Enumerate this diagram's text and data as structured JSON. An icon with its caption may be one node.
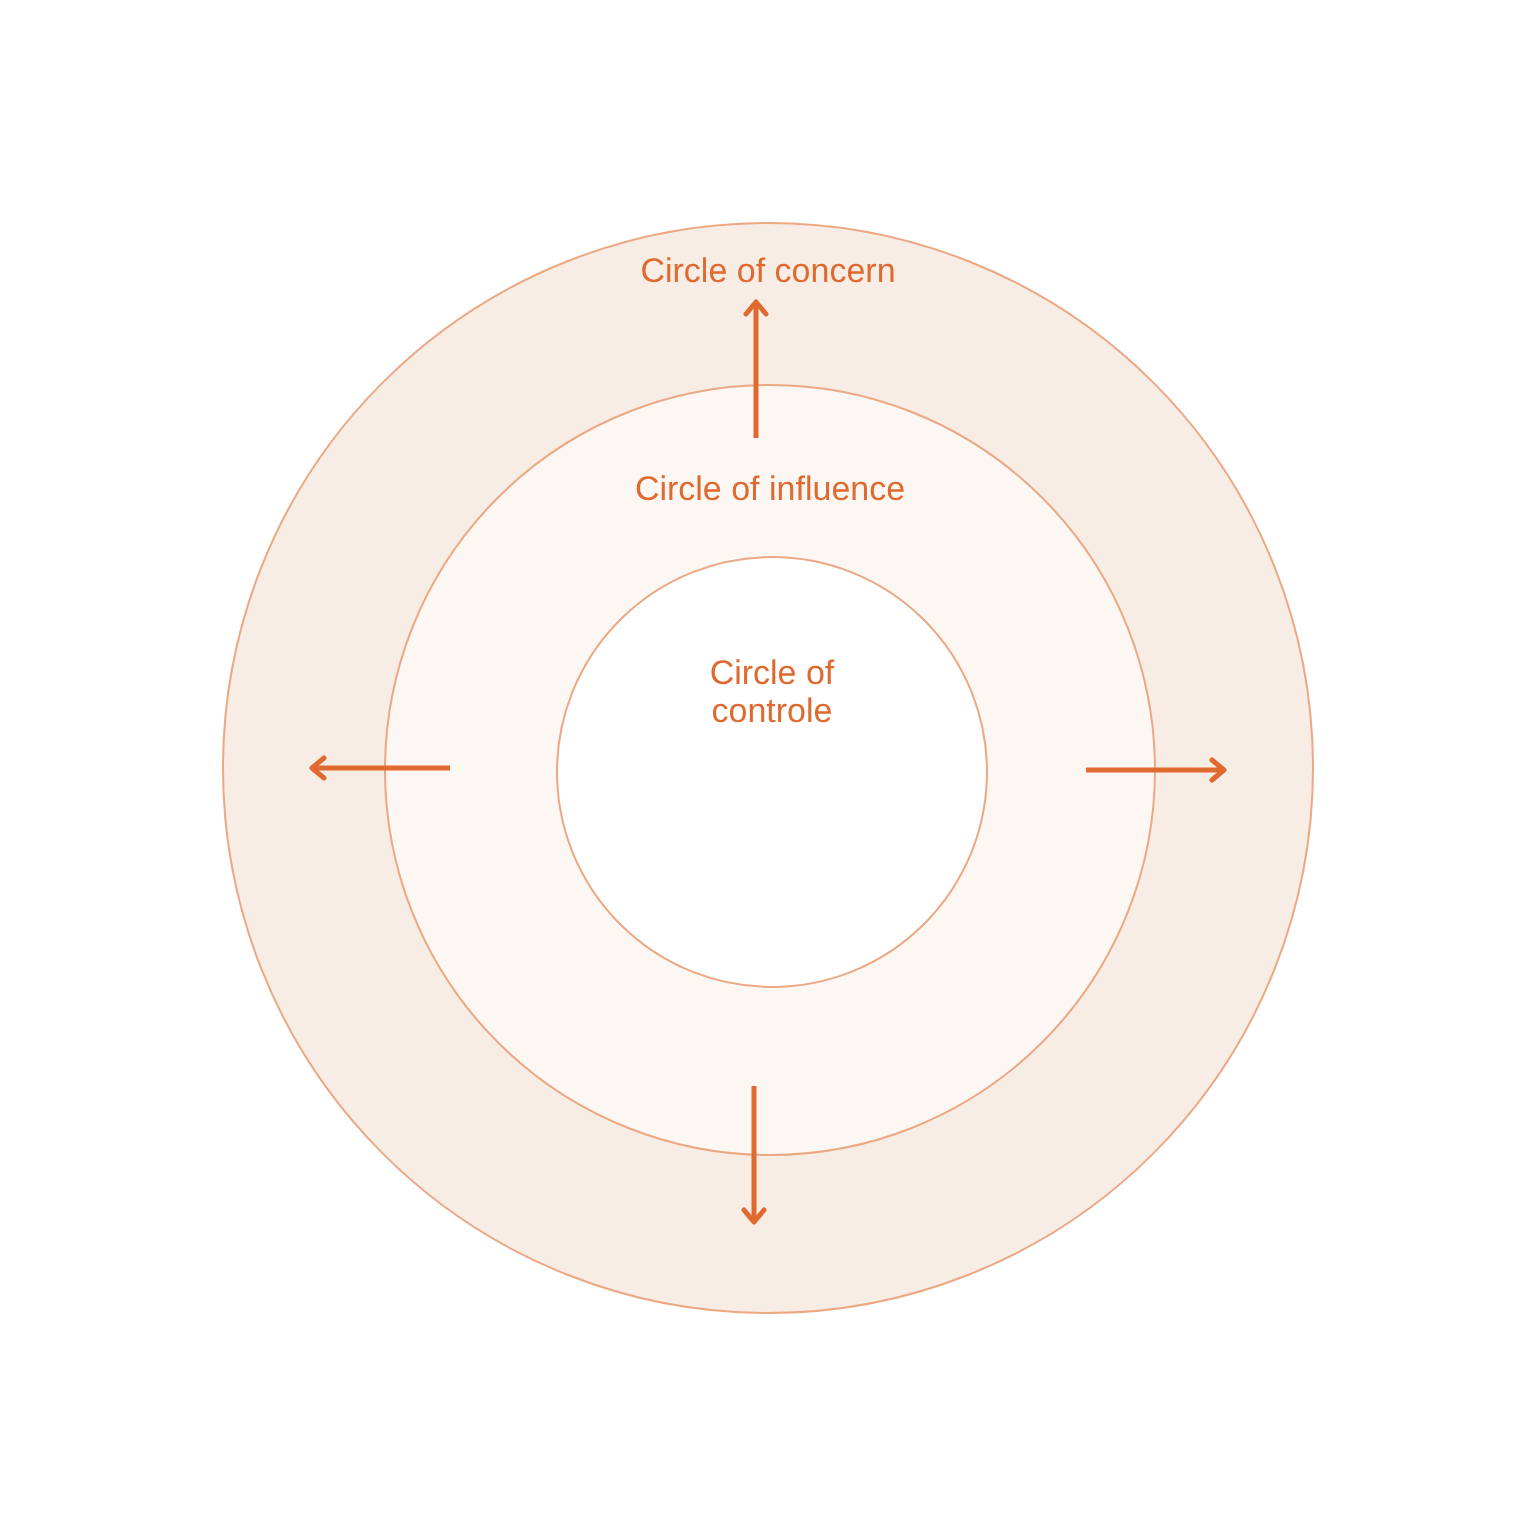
{
  "diagram": {
    "nodes": [
      {
        "text": [
          "Circle of concern"
        ]
      },
      {
        "text": [
          "Circle of influence"
        ],
        "in": 0
      },
      {
        "text": [
          "Circle of controle"
        ],
        "in": 1
      }
    ]
  }
}
